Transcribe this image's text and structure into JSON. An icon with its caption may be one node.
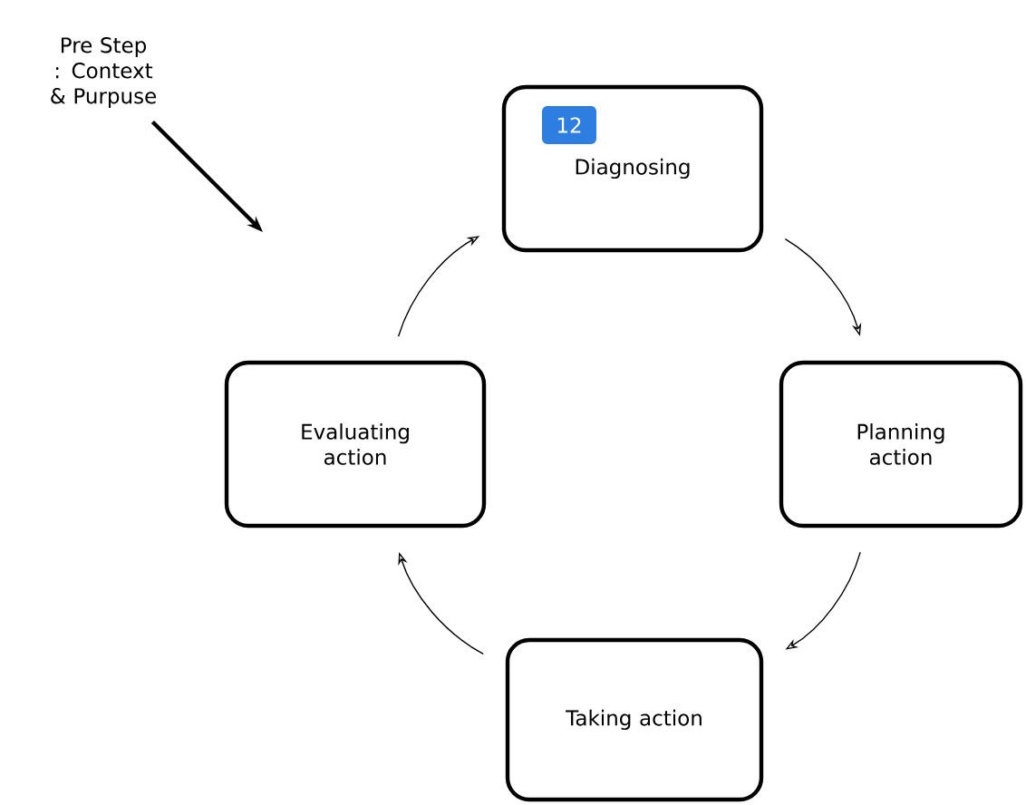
{
  "diagram": {
    "nodes": [
      {
        "text": [
          "Pre Step : Context & Purpuse"
        ]
      },
      {
        "text": [
          "Diagnosing"
        ]
      },
      {
        "text": [
          "Planning action"
        ]
      },
      {
        "text": [
          "Taking action"
        ]
      },
      {
        "text": [
          "Evaluating action"
        ]
      }
    ],
    "edges": [
      {
        "from": 0,
        "to": null,
        "arrow": "to",
        "style": "thick"
      },
      {
        "from": 1,
        "to": 2,
        "arrow": "to"
      },
      {
        "from": 2,
        "to": 3,
        "arrow": "to"
      },
      {
        "from": 3,
        "to": 4,
        "arrow": "to"
      },
      {
        "from": 4,
        "to": 1,
        "arrow": "to"
      }
    ],
    "labels": [
      "12"
    ]
  }
}
